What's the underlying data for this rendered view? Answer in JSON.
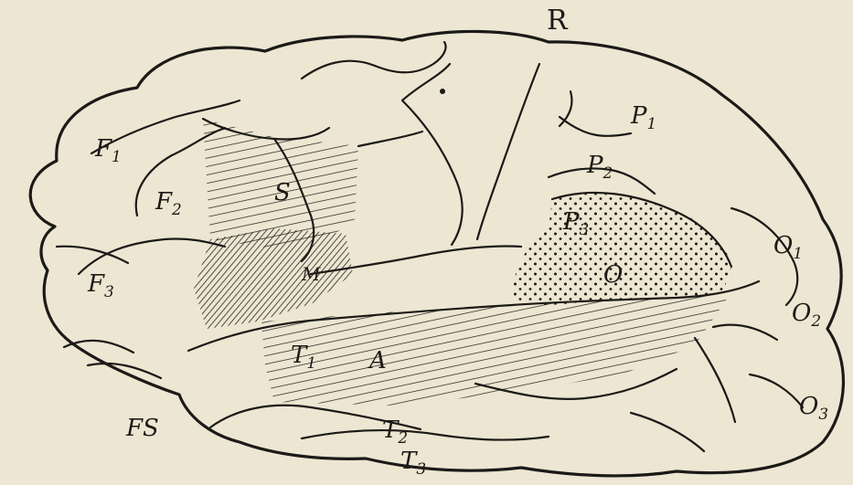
{
  "labels": {
    "R": "R",
    "F1": "F",
    "F1_sub": "1",
    "F2": "F",
    "F2_sub": "2",
    "F3": "F",
    "F3_sub": "3",
    "S": "S",
    "M": "M",
    "P1": "P",
    "P1_sub": "1",
    "P2": "P",
    "P2_sub": "2",
    "P3": "P",
    "P3_sub": "3",
    "O": "O",
    "O1": "O",
    "O1_sub": "1",
    "O2": "O",
    "O2_sub": "2",
    "O3": "O",
    "O3_sub": "3",
    "T1": "T",
    "T1_sub": "1",
    "A": "A",
    "T2": "T",
    "T2_sub": "2",
    "T3": "T",
    "T3_sub": "3",
    "FS": "FS"
  },
  "colors": {
    "paper": "#ece6d2",
    "ink": "#1c1a17"
  }
}
